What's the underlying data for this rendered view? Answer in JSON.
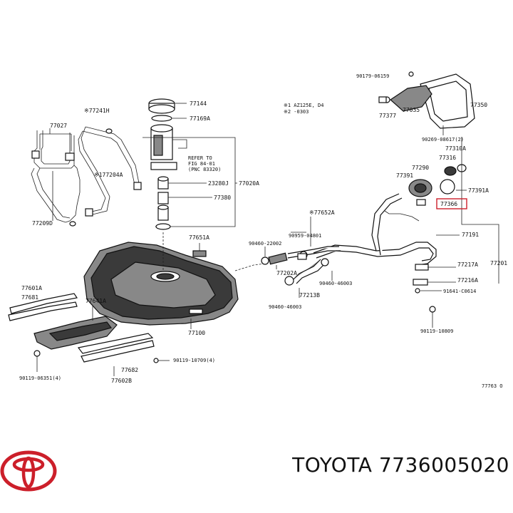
{
  "diagram": {
    "part_labels": {
      "p77144": "77144",
      "p77241h": "※77241H",
      "p77169a": "77169A",
      "p77027": "77027",
      "p177204a": "※177204A",
      "p77209d": "77209D",
      "p23280j": "23280J",
      "p77380": "77380",
      "p77020a": "77020A",
      "refer_line1": "REFER TO",
      "refer_line2": "FIG 84-01",
      "refer_line3": "(PNC 83320)",
      "note1": "※1 AZ125E, D4",
      "note2": "※2        -0303",
      "p90179_06159": "90179-06159",
      "p77035": "77035",
      "p77377": "77377",
      "p77350": "77350",
      "p90269_08617": "90269-08617(2)",
      "p77310a": "77310A",
      "p77316": "77316",
      "p77290": "77290",
      "p77391": "77391",
      "p77391a": "77391A",
      "p77366": "77366",
      "p77652a": "※77652A",
      "p90959_04801": "90959-04801",
      "p90460_22002": "90460-22002",
      "p77651a": "77651A",
      "p77191": "77191",
      "p77201": "77201",
      "p77217a": "77217A",
      "p77216a": "77216A",
      "p91641_c0614": "91641-C0614",
      "p77202a": "77202A",
      "p90460_46003_b": "90460-46003",
      "p77213b": "77213B",
      "p90460_46003_a": "90460-46003",
      "p77601a": "77601A",
      "p77681": "77681",
      "p77641a": "77641A",
      "p77100": "77100",
      "p90119_10709": "90119-10709(4)",
      "p77682": "77682",
      "p77602b": "77602B",
      "p90119_06351": "90119-06351(4)",
      "p90119_10809": "90119-10809",
      "p7763o": "77763 O"
    }
  },
  "footer": {
    "brand": "TOYOTA",
    "part_number": "7736005020"
  },
  "colors": {
    "logo_red": "#cc1f2a",
    "highlight_red": "#cc1f2a",
    "ink": "#111111"
  }
}
